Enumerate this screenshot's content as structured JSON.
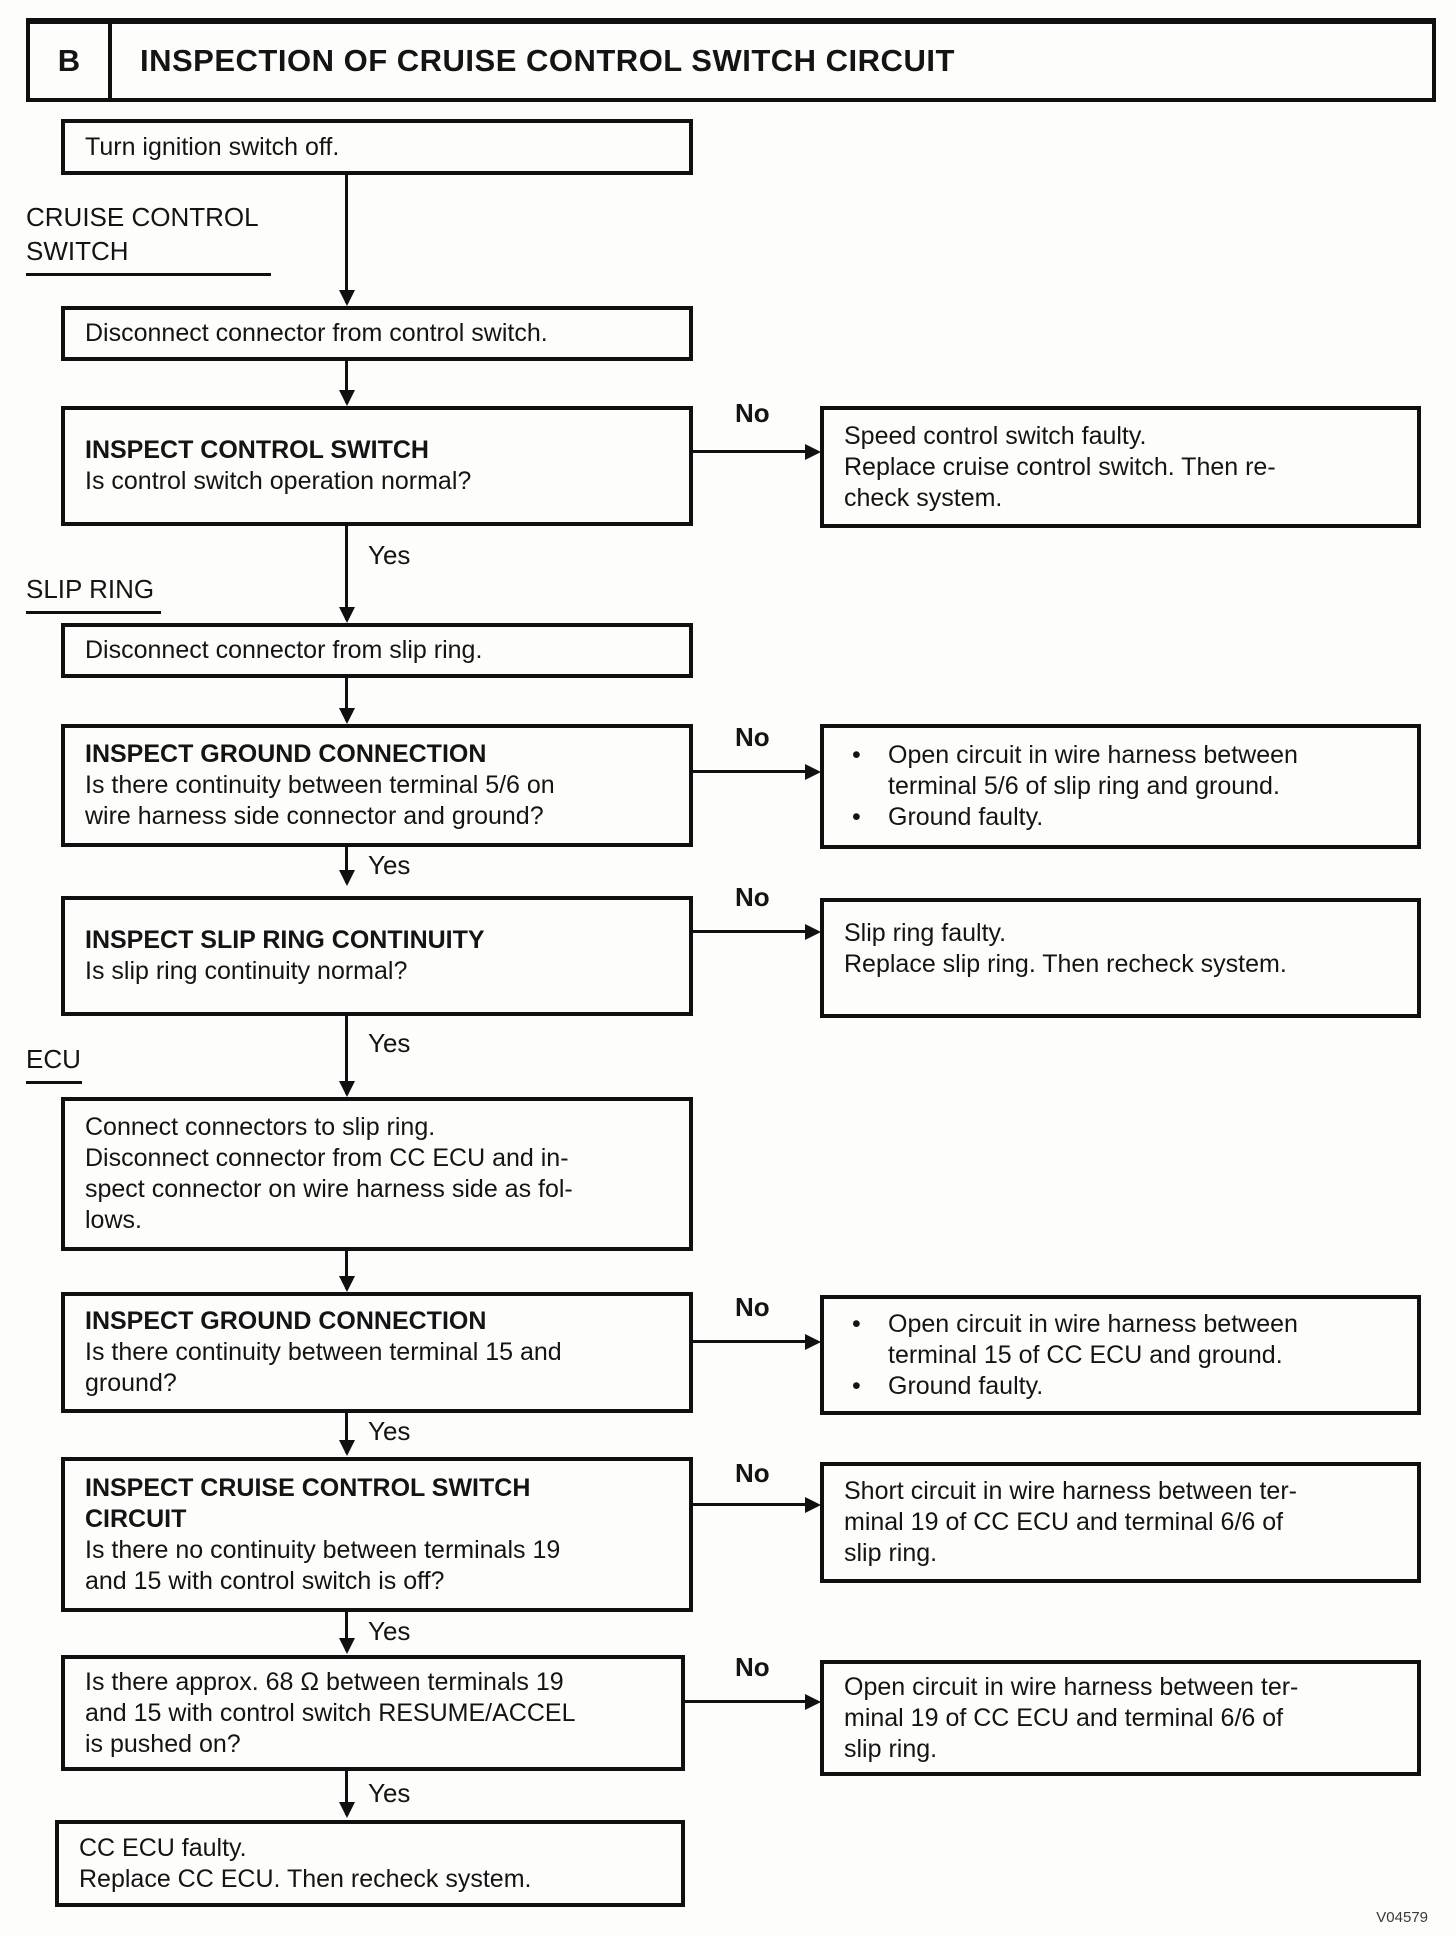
{
  "header": {
    "section_letter": "B",
    "title": "INSPECTION OF CRUISE CONTROL SWITCH CIRCUIT"
  },
  "sections": {
    "cruise_control_switch": "CRUISE CONTROL\nSWITCH",
    "slip_ring": "SLIP RING",
    "ecu": "ECU"
  },
  "connectors": {
    "yes": "Yes",
    "no": "No"
  },
  "glyphs": {
    "bullet": "•"
  },
  "flow": {
    "turn_ignition": "Turn ignition switch off.",
    "disconnect_control_switch": "Disconnect connector from control switch.",
    "inspect_control_switch": {
      "title": "INSPECT CONTROL SWITCH",
      "question": "Is control switch operation normal?"
    },
    "disconnect_slip_ring": "Disconnect connector from slip ring.",
    "inspect_ground_slip": {
      "title": "INSPECT GROUND CONNECTION",
      "question": "Is there continuity between terminal 5/6 on\nwire harness side connector and ground?"
    },
    "inspect_slip_continuity": {
      "title": "INSPECT SLIP RING CONTINUITY",
      "question": "Is slip ring continuity normal?"
    },
    "connect_connectors": "Connect connectors to slip ring.\nDisconnect connector from CC ECU and in-\nspect connector on wire harness side as fol-\nlows.",
    "inspect_ground_ecu": {
      "title": "INSPECT GROUND CONNECTION",
      "question": "Is there continuity between terminal 15 and\nground?"
    },
    "inspect_cc_switch_circuit": {
      "title": "INSPECT CRUISE CONTROL SWITCH\nCIRCUIT",
      "question": "Is there no continuity between terminals 19\nand 15 with control switch is off?"
    },
    "check_resistance": "Is there approx. 68 Ω between terminals 19\nand 15 with control switch RESUME/ACCEL\nis pushed on?",
    "cc_ecu_faulty": "CC ECU faulty.\nReplace CC ECU. Then recheck system."
  },
  "results": {
    "speed_control_faulty": "Speed control switch faulty.\nReplace cruise control switch. Then re-\ncheck system.",
    "open_circuit_slip": {
      "bullets": [
        "Open circuit in wire harness between\nterminal 5/6 of slip ring and ground.",
        "Ground faulty."
      ]
    },
    "slip_ring_faulty": "Slip ring faulty.\nReplace slip ring. Then recheck system.",
    "open_circuit_ecu_ground": {
      "bullets": [
        "Open circuit in wire harness between\nterminal 15 of CC ECU and ground.",
        "Ground faulty."
      ]
    },
    "short_circuit_19": "Short circuit in wire harness between ter-\nminal 19 of CC ECU and terminal 6/6 of\nslip ring.",
    "open_circuit_19": "Open circuit in wire harness between ter-\nminal 19 of CC ECU and terminal 6/6 of\nslip ring."
  },
  "footer": {
    "code": "V04579"
  }
}
